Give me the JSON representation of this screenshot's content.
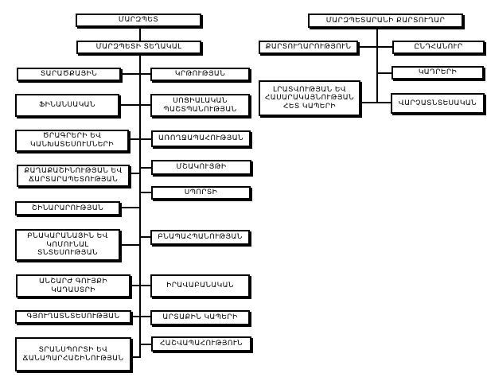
{
  "diagram": {
    "title": "Marzpetaran organizational chart",
    "colors": {
      "line": "#000000",
      "box_bg": "#ffffff",
      "box_border": "#000000"
    },
    "left": {
      "root": "ՄԱՐԶՊԵՏ",
      "deputy": "ՄԱՐԶՊԵՏԻ ՏԵՂԱԿԱԼ",
      "col1": [
        "ՏԱՐԱԾՔԱՅԻՆ",
        "ՖԻՆԱՆՍԱԿԱՆ",
        "ԾՐԱԳՐԵՐԻ ԵՎ ԿԱՆԽԱՏԵՍՈՒՄՆԵՐԻ",
        "ՔԱՂԱՔԱՇԻՆՈՒԹՅԱՆ ԵՎ ՃԱՐՏԱՐԱՊԵՏՈՒԹՅԱՆ",
        "ՇԻՆԱՐԱՐՈՒԹՅԱՆ",
        "ԲՆԱԿԱՐԱՆԱՅԻՆ ԵՎ ԿՈՄՈՒՆԱԼ ՏՆՏԵՍՈՒԹՅԱՆ",
        "ԱՆՇԱՐԺ ԳՈՒՅՔԻ ԿԱԴԱՍՏՐԻ",
        "ԳՅՈՒՂԱՏՆՏԵՍՈՒԹՅԱՆ",
        "ՏՐԱՆՍՊՈՐՏԻ ԵՎ ՃԱՆԱՊԱՐՀԱՇԻՆՈՒԹՅԱՆ"
      ],
      "col2": [
        "ԿՐԹՈՒԹՅԱՆ",
        "ՍՈՑԻԱԼԱԿԱՆ ՊԱՇՏՊԱՆՈՒԹՅԱՆ",
        "ԱՌՈՂՋԱՊԱՀՈՒԹՅԱՆ",
        "ՄՇԱԿՈՒՅԹԻ",
        "ՍՊՈՐՏԻ",
        "ԲՆԱՊԱՀՊԱՆՈՒԹՅԱՆ",
        "ԻՐԱՎԱԲԱՆԱԿԱՆ",
        "ԱՐՏԱՔԻՆ ԿԱՊԵՐԻ",
        "ՀԱՇՎԱՊԱՀՈՒԹՅՈՒՆ"
      ]
    },
    "right": {
      "root": "ՄԱՐԶՊԵՏԱՐԱՆԻ ՔԱՐՏՈՒՂԱՐ",
      "items": [
        "ՔԱՐՏՈՒՂԱՐՈՒԹՅՈՒՆ",
        "ԸՆԴՀԱՆՈՒՐ",
        "ԿԱԴՐԵՐԻ",
        "ԼՐԱՏՎՈՒԹՅԱՆ ԵՎ ՀԱՍԱՐԱԿԱՅՆՈՒԹՅԱՆ ՀԵՏ ԿԱՊԵՐԻ",
        "ՎԱՐՉԱՏՆՏԵՍԱԿԱՆ"
      ]
    }
  }
}
